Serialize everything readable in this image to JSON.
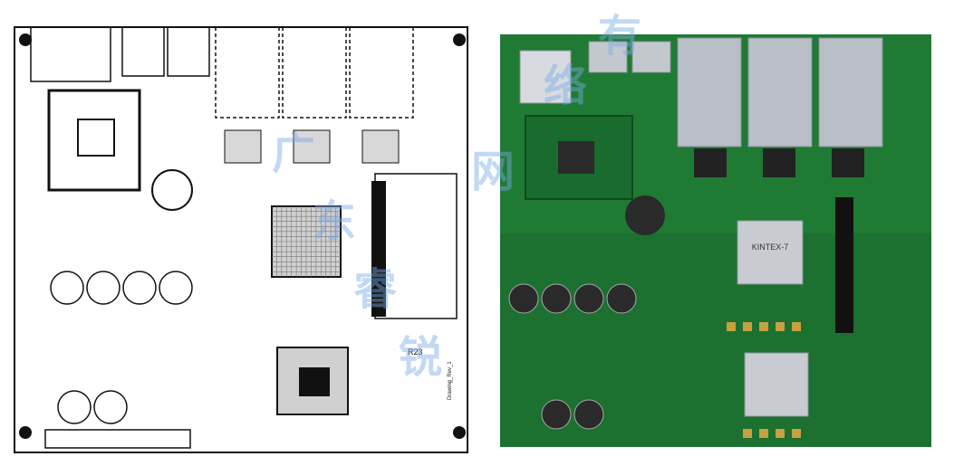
{
  "left_schematic": {
    "labels": {
      "r23": "R23",
      "tiny_vertical": "Drawing_Rev_1"
    }
  },
  "right_photo": {
    "chip_text": "KINTEX-7"
  },
  "watermark": {
    "glyphs": [
      "广",
      "东",
      "睿",
      "锐",
      "网",
      "络",
      "有"
    ]
  },
  "colors": {
    "pcb_green": "#1f7a34",
    "pcb_dark": "#14532a",
    "silkscreen": "#e8f5ea",
    "metal": "#b7bec6",
    "gold": "#c7a040",
    "schematic_line": "#111111",
    "watermark": "#7aaee6"
  }
}
